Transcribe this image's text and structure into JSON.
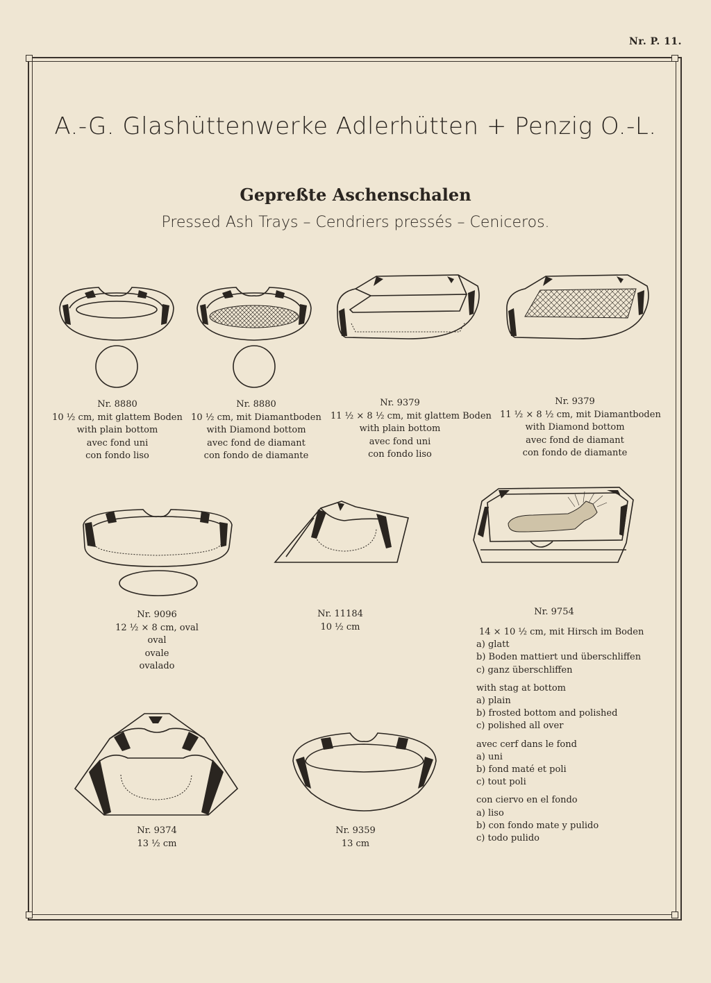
{
  "page_number": "Nr. P. 11.",
  "company": "A.-G. Glashüttenwerke Adlerhütten + Penzig O.-L.",
  "title": "Gepreßte Aschenschalen",
  "subtitle": "Pressed Ash Trays – Cendriers pressés – Ceniceros.",
  "items": [
    {
      "number": "Nr. 8880",
      "lines": [
        "10 ½ cm, mit glattem Boden",
        "with plain bottom",
        "avec fond uni",
        "con fondo liso"
      ]
    },
    {
      "number": "Nr. 8880",
      "lines": [
        "10 ½ cm, mit Diamantboden",
        "with Diamond bottom",
        "avec fond de diamant",
        "con fondo de diamante"
      ]
    },
    {
      "number": "Nr. 9379",
      "lines": [
        "11 ½ × 8 ½ cm, mit glattem Boden",
        "with plain bottom",
        "avec fond uni",
        "con fondo liso"
      ]
    },
    {
      "number": "Nr. 9379",
      "lines": [
        "11 ½ × 8 ½ cm, mit Diamantboden",
        "with Diamond bottom",
        "avec fond de diamant",
        "con fondo de diamante"
      ]
    },
    {
      "number": "Nr. 9096",
      "lines": [
        "12 ½ × 8 cm, oval",
        "oval",
        "ovale",
        "ovalado"
      ]
    },
    {
      "number": "Nr. 11184",
      "lines": [
        "10 ½ cm"
      ]
    },
    {
      "number": "Nr. 9754",
      "lines": []
    },
    {
      "number": "Nr. 9374",
      "lines": [
        "13 ½ cm"
      ]
    },
    {
      "number": "Nr. 9359",
      "lines": [
        "13 cm"
      ]
    }
  ],
  "stag_description": {
    "german": [
      "14 × 10 ½ cm, mit Hirsch im Boden",
      "a) glatt",
      "b) Boden mattiert und überschliffen",
      "c) ganz überschliffen"
    ],
    "english": [
      "with stag at bottom",
      "a) plain",
      "b) frosted bottom and polished",
      "c) polished all over"
    ],
    "french": [
      "avec cerf dans le fond",
      "a) uni",
      "b) fond maté et poli",
      "c) tout poli"
    ],
    "spanish": [
      "con ciervo en el fondo",
      "a) liso",
      "b) con fondo mate y pulido",
      "c) todo pulido"
    ]
  }
}
